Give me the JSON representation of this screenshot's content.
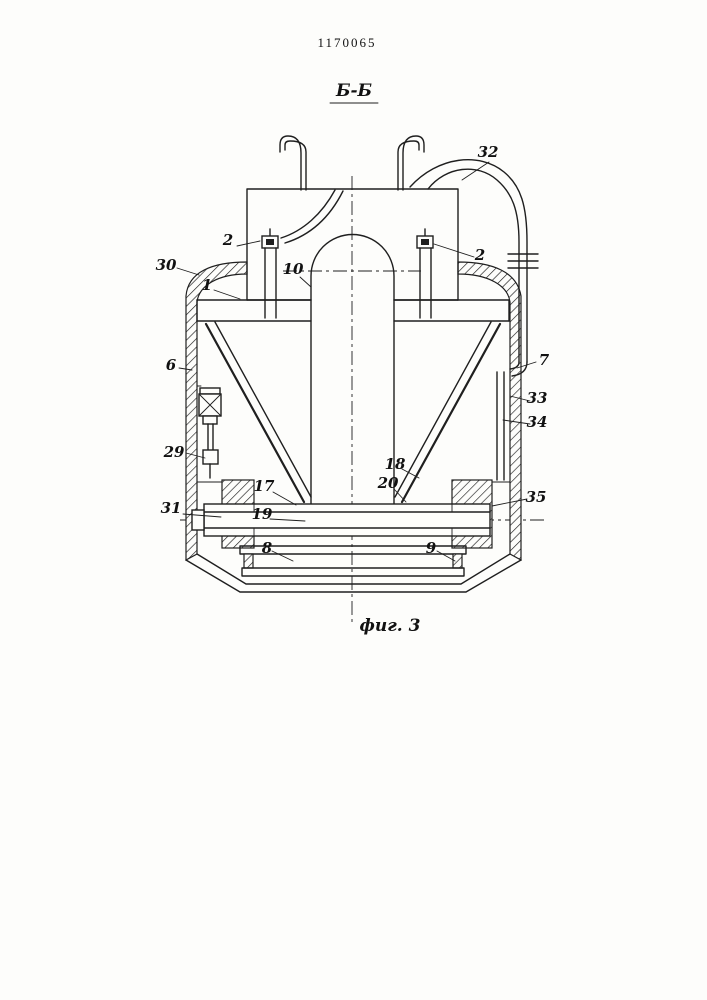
{
  "doc": {
    "patent_number": "1170065",
    "section_label": "Б-Б",
    "figure_caption": "фиг. 3"
  },
  "style": {
    "ink_color": "#1f1f1f",
    "paper_color": "#fdfdfb"
  },
  "ref_labels": [
    {
      "text": "32"
    },
    {
      "text": "2"
    },
    {
      "text": "2"
    },
    {
      "text": "30"
    },
    {
      "text": "1"
    },
    {
      "text": "10"
    },
    {
      "text": "6"
    },
    {
      "text": "7"
    },
    {
      "text": "33"
    },
    {
      "text": "34"
    },
    {
      "text": "29"
    },
    {
      "text": "18"
    },
    {
      "text": "20"
    },
    {
      "text": "17"
    },
    {
      "text": "35"
    },
    {
      "text": "31"
    },
    {
      "text": "19"
    },
    {
      "text": "8"
    },
    {
      "text": "9"
    }
  ]
}
